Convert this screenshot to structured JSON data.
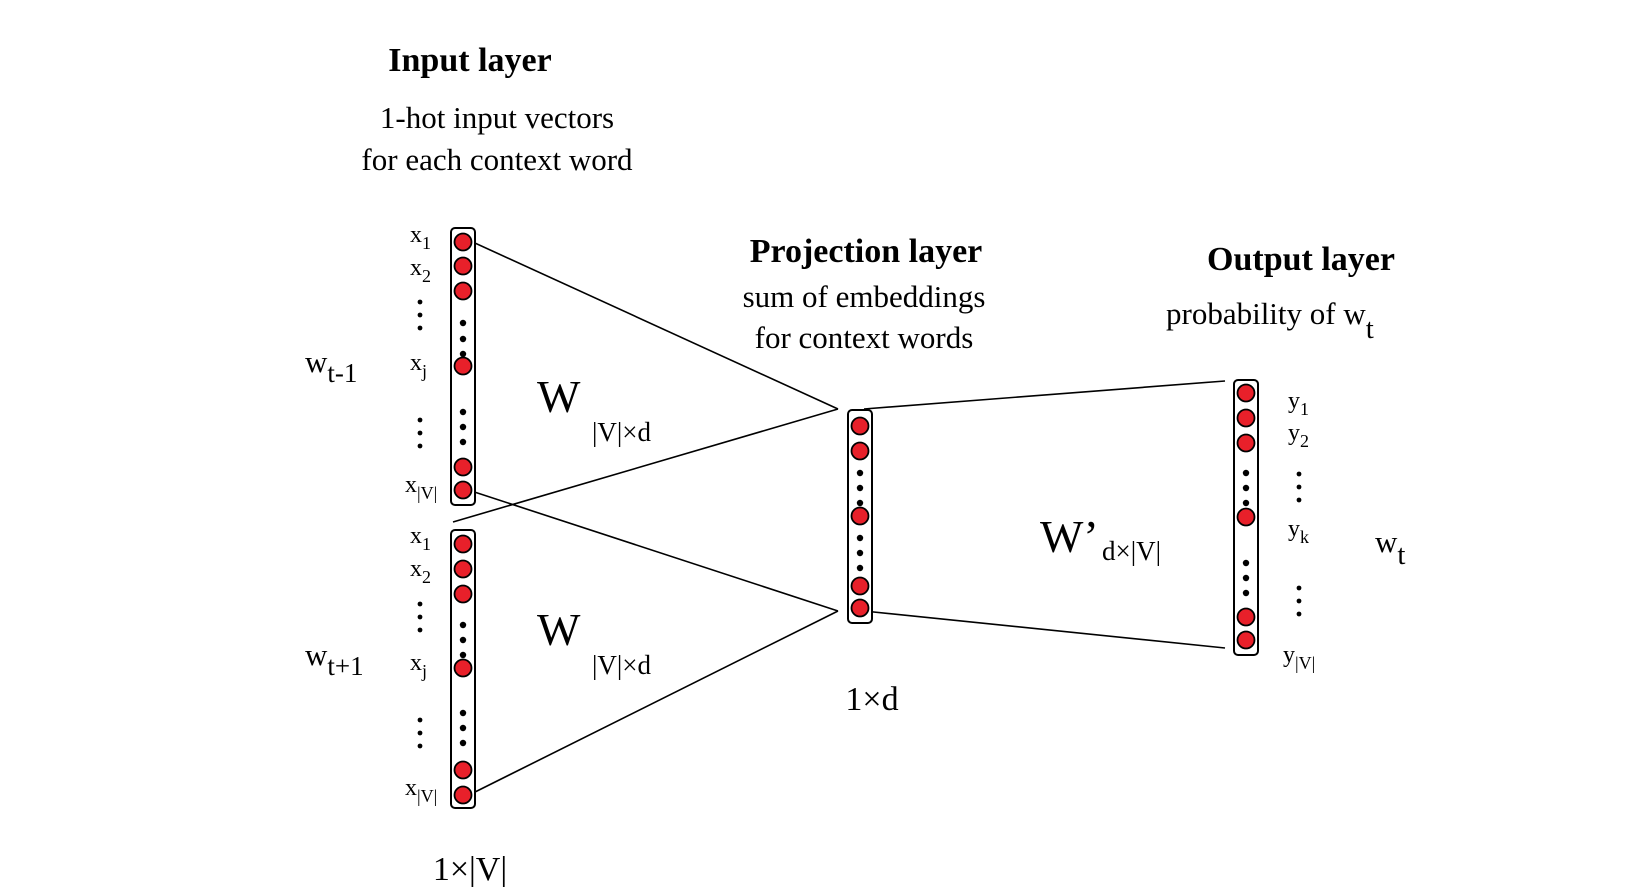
{
  "colors": {
    "node_fill": "#e8202a",
    "node_stroke": "#000000",
    "line": "#000000",
    "background": "#ffffff"
  },
  "input_layer": {
    "title": "Input layer",
    "desc_line1": "1-hot input vectors",
    "desc_line2": "for each context word",
    "size_label_prefix": "1×|V|",
    "vectors": [
      {
        "word": "w",
        "word_sub": "t-1",
        "matrix": "W",
        "matrix_sub": "|V|×d",
        "labels": [
          {
            "base": "x",
            "sub": "1"
          },
          {
            "base": "x",
            "sub": "2"
          },
          {
            "base": "x",
            "sub": "j"
          },
          {
            "base": "x",
            "sub": "|V|"
          }
        ]
      },
      {
        "word": "w",
        "word_sub": "t+1",
        "matrix": "W",
        "matrix_sub": "|V|×d",
        "labels": [
          {
            "base": "x",
            "sub": "1"
          },
          {
            "base": "x",
            "sub": "2"
          },
          {
            "base": "x",
            "sub": "j"
          },
          {
            "base": "x",
            "sub": "|V|"
          }
        ]
      }
    ]
  },
  "projection_layer": {
    "title": "Projection layer",
    "desc_line1": "sum of embeddings",
    "desc_line2": "for context words",
    "size_label": "1×d"
  },
  "output_layer": {
    "title": "Output layer",
    "desc_prefix": "probability of w",
    "desc_sub": "t",
    "word": "w",
    "word_sub": "t",
    "matrix": "W’",
    "matrix_sub": "d×|V|",
    "labels": [
      {
        "base": "y",
        "sub": "1"
      },
      {
        "base": "y",
        "sub": "2"
      },
      {
        "base": "y",
        "sub": "k"
      },
      {
        "base": "y",
        "sub": "|V|"
      }
    ]
  }
}
